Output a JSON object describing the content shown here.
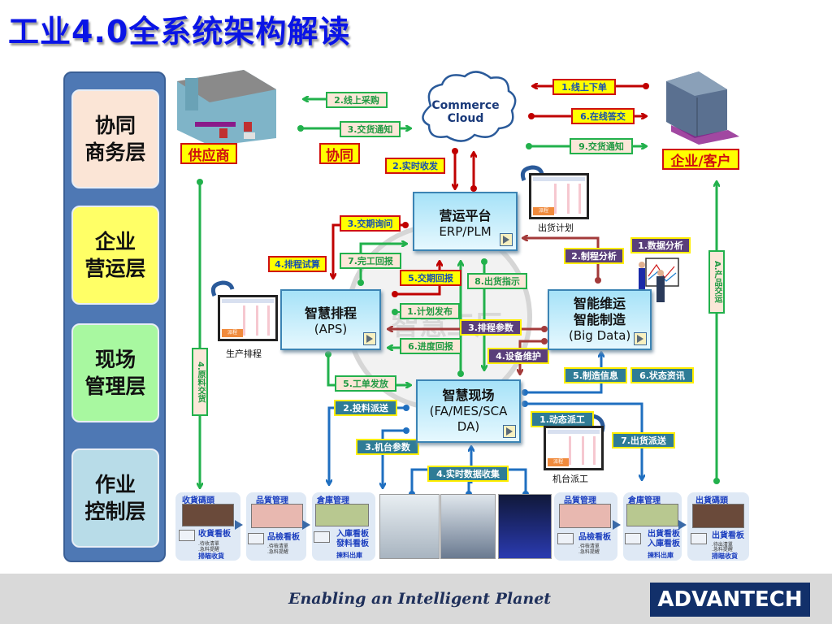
{
  "title": "工业4.0全系统架构解读",
  "layers": [
    {
      "label": "协同\n商务层",
      "line1": "协同",
      "line2": "商务层",
      "color": "#fbe5d6"
    },
    {
      "label": "企业\n营运层",
      "line1": "企业",
      "line2": "营运层",
      "color": "#ffff66"
    },
    {
      "label": "现场\n管理层",
      "line1": "现场",
      "line2": "管理层",
      "color": "#a8f8a0"
    },
    {
      "label": "作业\n控制层",
      "line1": "作业",
      "line2": "控制层",
      "color": "#b8dce8"
    }
  ],
  "entities": {
    "supplier": "供应商",
    "collab": "协同",
    "customer": "企业/客户",
    "cloud_line1": "Commerce",
    "cloud_line2": "Cloud"
  },
  "nodes": {
    "erp": {
      "title": "营运平台",
      "sub": "ERP/PLM"
    },
    "aps": {
      "title": "智慧排程",
      "sub": "(APS)"
    },
    "bigdata": {
      "title1": "智能维运",
      "title2": "智能制造",
      "sub": "(Big Data)"
    },
    "mes": {
      "title": "智慧现场",
      "sub1": "(FA/MES/SCA",
      "sub2": "DA)"
    }
  },
  "screens": {
    "shipping_plan": "出货计划",
    "production_schedule": "生产排程",
    "machine_dispatch": "机台派工",
    "screen_button": "派程"
  },
  "flows": {
    "online_order": "1.线上下单",
    "online_purchase": "2.线上采购",
    "delivery_notice_supplier": "3.交货通知",
    "online_sign": "6.在线答交",
    "delivery_notice_customer": "9.交货通知",
    "realtime_sync": "2.实时收发",
    "delivery_inquiry": "3.交期询问",
    "schedule_trial": "4.排程试算",
    "completion_report": "7.完工回报",
    "delivery_reply": "5.交期回报",
    "shipping_instruction": "8.出货指示",
    "data_analysis": "1.数据分析",
    "process_analysis": "2.制程分析",
    "plan_release": "1.计划发布",
    "schedule_params": "3.排程参数",
    "progress_report": "6.进度回报",
    "equipment_maintenance": "4.设备维护",
    "work_order_release": "5.工单发放",
    "manufacturing_info": "5.制造信息",
    "status_info": "6.状态资讯",
    "material_dispatch": "2.投料派送",
    "machine_params": "3.机台参数",
    "dynamic_dispatch": "1.动态派工",
    "shipping_dispatch": "7.出货派送",
    "realtime_collection": "4.实时数据收集",
    "material_delivery": "4.原料交货",
    "product_delivery": "A.产品交运"
  },
  "control_left": [
    {
      "title": "收貨碼頭",
      "board": "收貨看板",
      "notes": [
        ".待收清單",
        ".急料提醒"
      ],
      "action": "掃瞄收貨"
    },
    {
      "title": "品質管理",
      "board": "品檢看板",
      "notes": [
        ".待檢清單",
        ".急料提醒"
      ],
      "action": ""
    },
    {
      "title": "倉庫管理",
      "board": "入庫看板",
      "board2": "發料看板",
      "notes": [],
      "action": "揀料出庫"
    }
  ],
  "control_right": [
    {
      "title": "品質管理",
      "board": "品檢看板",
      "notes": [
        ".待檢清單",
        ".急料提醒"
      ],
      "action": ""
    },
    {
      "title": "倉庫管理",
      "board": "出貨看板",
      "board2": "入庫看板",
      "notes": [],
      "action": "揀料出庫"
    },
    {
      "title": "出貨碼頭",
      "board": "出貨看板",
      "notes": [
        ".待出清單",
        ".急料提醒"
      ],
      "action": "掃瞄收貨"
    }
  ],
  "footer": {
    "slogan": "Enabling an Intelligent Planet",
    "logo": "ADVANTECH"
  },
  "colors": {
    "title": "#0a14e6",
    "green_flow": "#22b14c",
    "red_flow": "#c00000",
    "brown_flow": "#a33a3a",
    "blue_flow": "#1f6fc0",
    "panel": "#4e78b4"
  }
}
